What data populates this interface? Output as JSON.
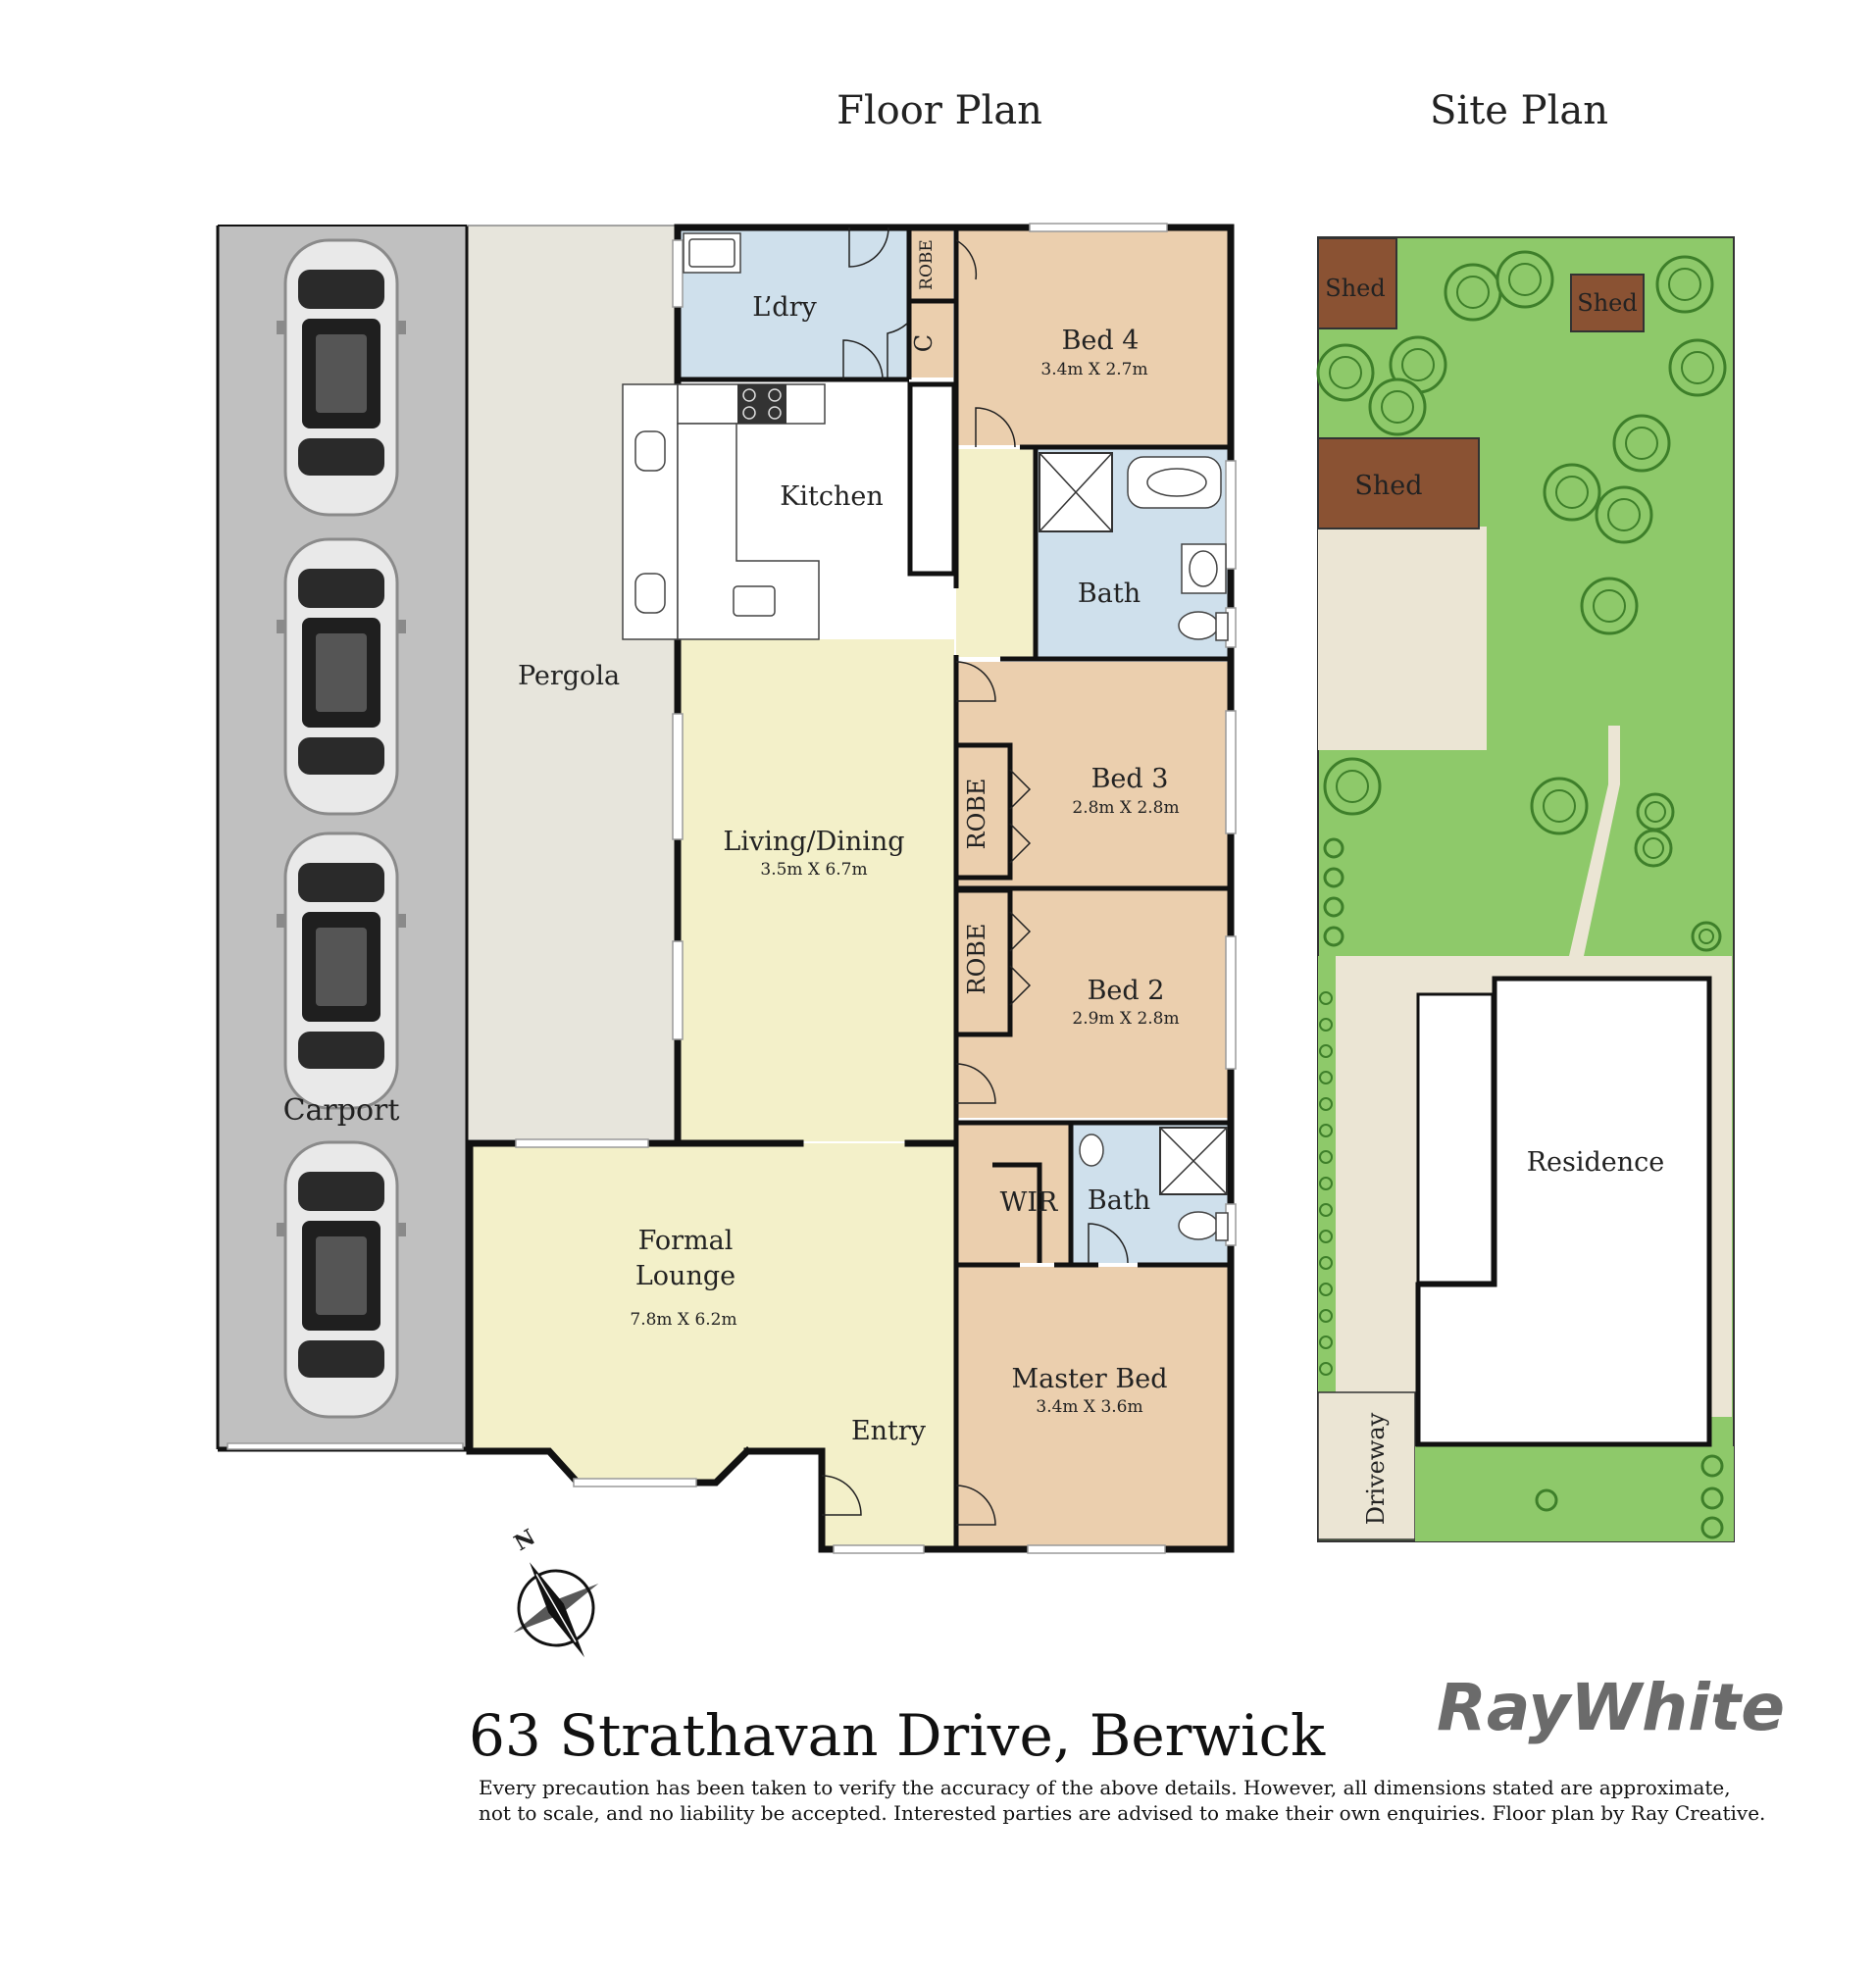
{
  "headings": {
    "floor_plan": "Floor Plan",
    "site_plan": "Site Plan"
  },
  "rooms": {
    "carport": "Carport",
    "pergola": "Pergola",
    "laundry": "L’dry",
    "robe_top": "ROBE",
    "cupboard": "C",
    "bed4": {
      "name": "Bed 4",
      "dims": "3.4m X 2.7m"
    },
    "kitchen": "Kitchen",
    "bath_main": "Bath",
    "bed3": {
      "name": "Bed 3",
      "dims": "2.8m X 2.8m"
    },
    "robe_bed3": "ROBE",
    "living": {
      "name": "Living/Dining",
      "dims": "3.5m X 6.7m"
    },
    "robe_bed2": "ROBE",
    "bed2": {
      "name": "Bed 2",
      "dims": "2.9m X 2.8m"
    },
    "formal_lounge": {
      "line1": "Formal",
      "line2": "Lounge",
      "dims": "7.8m X 6.2m"
    },
    "wir": "WIR",
    "bath_ensuite": "Bath",
    "master": {
      "name": "Master Bed",
      "dims": "3.4m X 3.6m"
    },
    "entry": "Entry"
  },
  "site": {
    "shed1": "Shed",
    "shed2": "Shed",
    "shed3": "Shed",
    "residence": "Residence",
    "driveway": "Driveway"
  },
  "compass": {
    "north": "N"
  },
  "footer": {
    "address": "63 Strathavan Drive, Berwick",
    "disclaimer_line1": "Every precaution has been taken to verify the accuracy of the above details. However, all dimensions stated are approximate,",
    "disclaimer_line2": "not to scale, and no liability be accepted. Interested parties are advised to make their own enquiries. Floor plan by Ray Creative."
  },
  "brand": {
    "logo_text": "RayWhite"
  },
  "colors": {
    "carport": "#c0c0c0",
    "pergola": "#e7e5dc",
    "laundry_bath": "#cfe0ec",
    "bedroom": "#ebcfae",
    "living": "#f3f0c9",
    "kitchen": "#ffffff",
    "lawn": "#8ec96a",
    "shed": "#8a5233",
    "paving": "#ebe5d4",
    "logo": "#6b6b6b"
  }
}
